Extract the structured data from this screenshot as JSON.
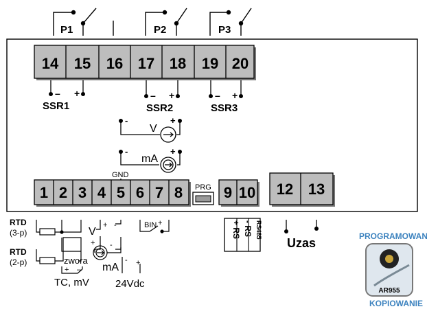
{
  "relays": [
    {
      "label": "P1"
    },
    {
      "label": "P2"
    },
    {
      "label": "P3"
    }
  ],
  "top_terminals": [
    "14",
    "15",
    "16",
    "17",
    "18",
    "19",
    "20"
  ],
  "bottom_terminals": [
    "1",
    "2",
    "3",
    "4",
    "5",
    "6",
    "7",
    "8"
  ],
  "prg_label": "PRG",
  "rs_terminals": [
    "9",
    "10"
  ],
  "supply_terminals": [
    "12",
    "13"
  ],
  "ssr": [
    "SSR1",
    "SSR2",
    "SSR3"
  ],
  "signs": {
    "minus": "–",
    "plus": "+",
    "minus_plain": "-"
  },
  "outputs": {
    "voltage_symbol": "V",
    "current_symbol": "mA",
    "gnd": "GND"
  },
  "inputs": {
    "rtd": "RTD",
    "rtd_3p": "(3-p)",
    "rtd_2p": "(2-p)",
    "jumper": "zwora",
    "tc": "TC, mV",
    "v": "V",
    "ma": "mA",
    "bin": "BIN",
    "supply24": "24Vdc"
  },
  "rs485": {
    "plus": "+ RS",
    "minus": "- RS",
    "label": "RS485"
  },
  "power_label": "Uzas",
  "badge": {
    "top": "PROGRAMOWANIE",
    "device": "AR955",
    "bottom": "KOPIOWANIE"
  },
  "colors": {
    "terminal": "#bdbdbd",
    "shadow": "#777777",
    "badge_blue": "#3d83bf"
  }
}
